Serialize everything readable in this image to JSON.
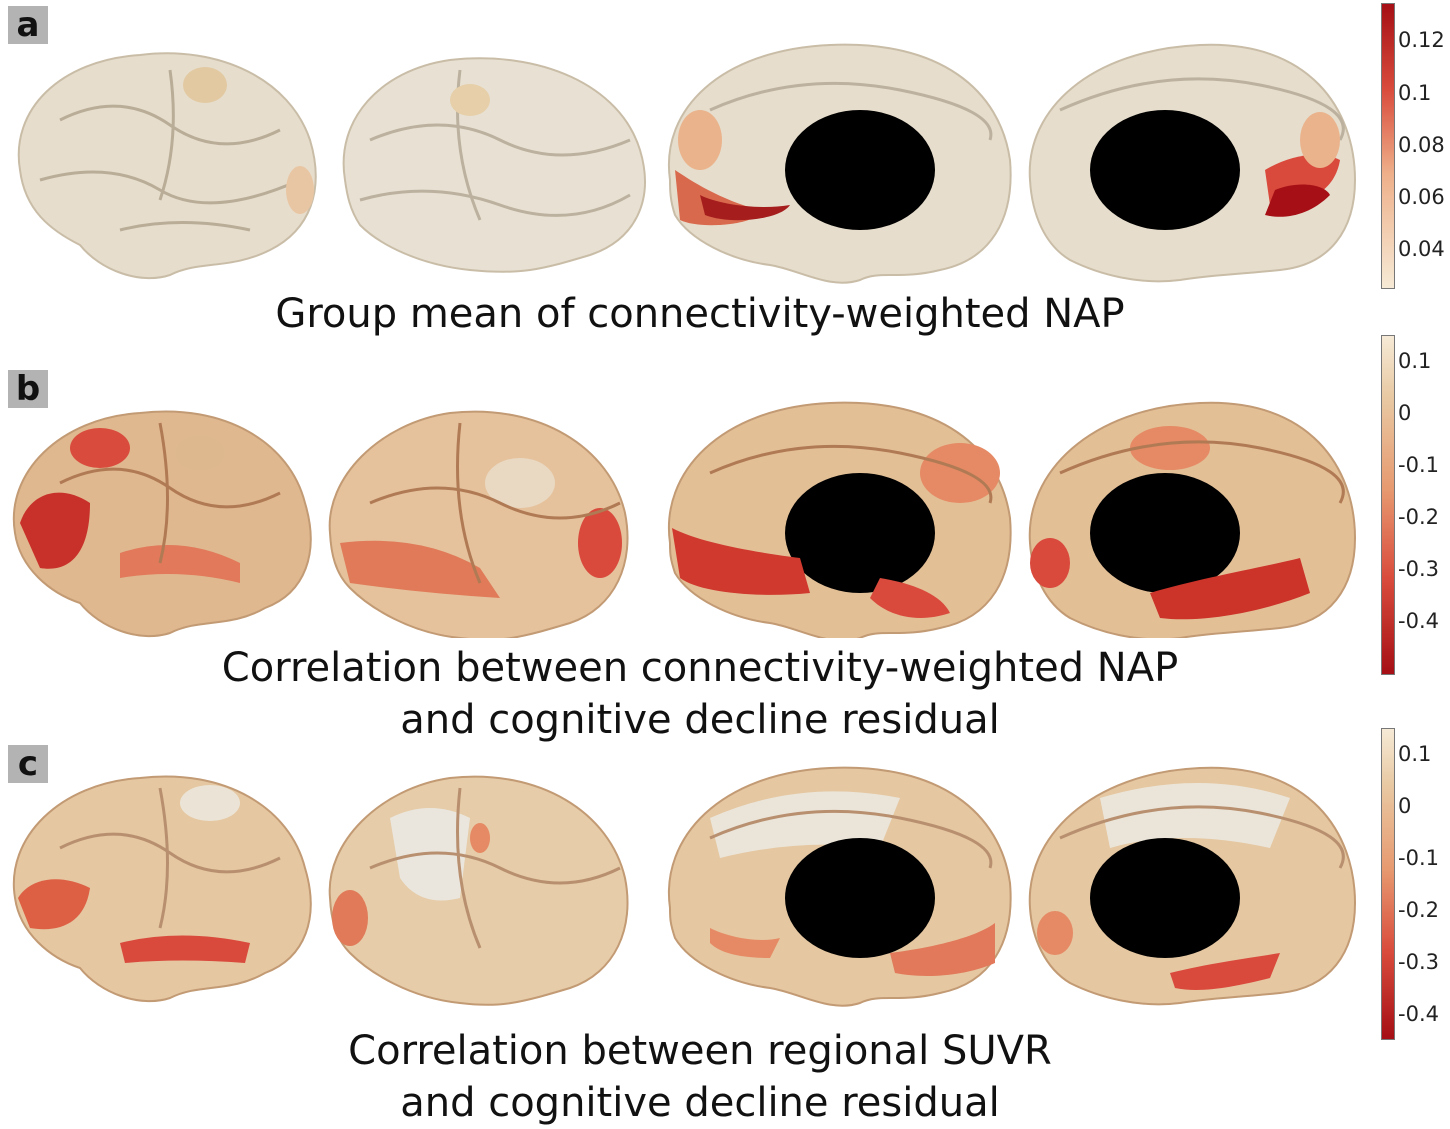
{
  "panels": [
    {
      "letter": "a",
      "caption_lines": [
        "Group mean of connectivity-weighted NAP"
      ],
      "colorbar": {
        "ticks": [
          "0.12",
          "0.1",
          "0.08",
          "0.06",
          "0.04"
        ],
        "colors": [
          "#a50f15",
          "#d94b3c",
          "#eeb08a",
          "#f6ead6"
        ]
      }
    },
    {
      "letter": "b",
      "caption_lines": [
        "Correlation between connectivity-weighted NAP",
        "and cognitive decline residual"
      ],
      "colorbar": {
        "ticks": [
          "0.1",
          "0",
          "-0.1",
          "-0.2",
          "-0.3",
          "-0.4"
        ],
        "colors": [
          "#f6ead6",
          "#e8c9a3",
          "#e79a70",
          "#d94b3c",
          "#a50f15"
        ]
      }
    },
    {
      "letter": "c",
      "caption_lines": [
        "Correlation between regional SUVR",
        "and cognitive decline residual"
      ],
      "colorbar": {
        "ticks": [
          "0.1",
          "0",
          "-0.1",
          "-0.2",
          "-0.3",
          "-0.4"
        ],
        "colors": [
          "#f6ead6",
          "#e8c9a3",
          "#e79a70",
          "#d94b3c",
          "#a50f15"
        ]
      }
    }
  ]
}
